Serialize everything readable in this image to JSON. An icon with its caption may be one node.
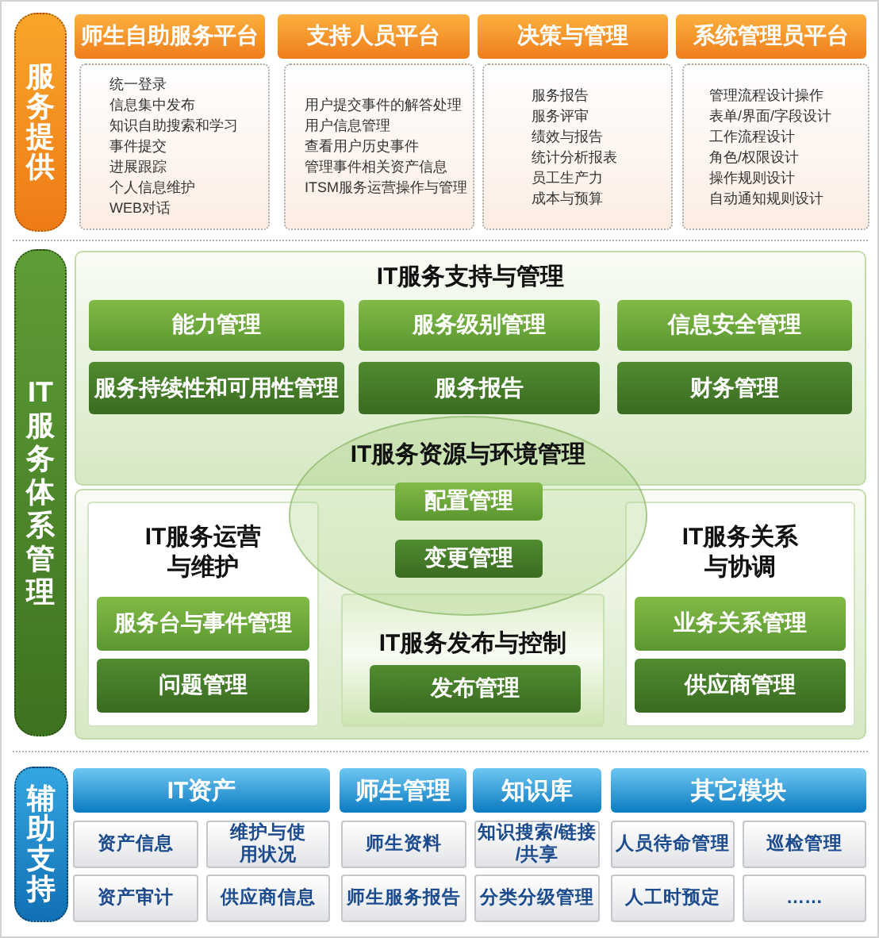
{
  "diagram": {
    "nodes": [
      {
        "text": [
          "服务提供"
        ]
      },
      {
        "text": [
          "师生自助服务平台"
        ]
      },
      {
        "text": [
          "支持人员平台"
        ]
      },
      {
        "text": [
          "决策与管理"
        ]
      },
      {
        "text": [
          "系统管理员平台"
        ]
      },
      {
        "text": [
          "统一登录",
          "信息集中发布",
          "知识自助搜索和学习",
          "事件提交",
          "进展跟踪",
          "个人信息维护",
          "WEB对话"
        ]
      },
      {
        "text": [
          "用户提交事件的解答处理",
          "用户信息管理",
          "查看用户历史事件",
          "管理事件相关资产信息",
          "ITSM服务运营操作与管理"
        ]
      },
      {
        "text": [
          "服务报告",
          "服务评审",
          "绩效与报告",
          "统计分析报表",
          "员工生产力",
          "成本与预算"
        ]
      },
      {
        "text": [
          "管理流程设计操作",
          "表单/界面/字段设计",
          "工作流程设计",
          "角色/权限设计",
          "操作规则设计",
          "自动通知规则设计"
        ]
      },
      {
        "text": [
          "IT服务体系管理"
        ]
      },
      {
        "text": [
          "IT服务支持与管理"
        ]
      },
      {
        "text": [
          "能力管理"
        ],
        "in": 10
      },
      {
        "text": [
          "服务级别管理"
        ],
        "in": 10
      },
      {
        "text": [
          "信息安全管理"
        ],
        "in": 10
      },
      {
        "text": [
          "服务持续性和可用性管理"
        ],
        "in": 10
      },
      {
        "text": [
          "服务报告"
        ],
        "in": 10
      },
      {
        "text": [
          "财务管理"
        ],
        "in": 10
      },
      {
        "text": [
          "IT服务资源与环境管理"
        ]
      },
      {
        "text": [
          "配置管理"
        ],
        "in": 17
      },
      {
        "text": [
          "变更管理"
        ]
      },
      {
        "text": [],
        "shape": "box"
      },
      {
        "text": [
          "IT服务运营与维护"
        ],
        "in": 20
      },
      {
        "text": [
          "服务台与事件管理"
        ],
        "in": 21
      },
      {
        "text": [
          "问题管理"
        ],
        "in": 21
      },
      {
        "text": [
          "IT服务发布与控制"
        ],
        "in": 20
      },
      {
        "text": [
          "发布管理"
        ],
        "in": 24
      },
      {
        "text": [
          "IT服务关系与协调"
        ],
        "in": 20
      },
      {
        "text": [
          "业务关系管理"
        ],
        "in": 26
      },
      {
        "text": [
          "供应商管理"
        ],
        "in": 26
      },
      {
        "text": [
          "辅助支持"
        ]
      },
      {
        "text": [
          "IT资产"
        ]
      },
      {
        "text": [
          "师生管理"
        ]
      },
      {
        "text": [
          "知识库"
        ]
      },
      {
        "text": [
          "其它模块"
        ]
      },
      {
        "text": [
          "资产信息"
        ]
      },
      {
        "text": [
          "维护与使用状况"
        ]
      },
      {
        "text": [
          "师生资料"
        ]
      },
      {
        "text": [
          "知识搜索/链接/共享"
        ]
      },
      {
        "text": [
          "人员待命管理"
        ]
      },
      {
        "text": [
          "巡检管理"
        ]
      },
      {
        "text": [
          "资产审计"
        ]
      },
      {
        "text": [
          "供应商信息"
        ]
      },
      {
        "text": [
          "师生服务报告"
        ]
      },
      {
        "text": [
          "分类分级管理"
        ]
      },
      {
        "text": [
          "人工时预定"
        ]
      },
      {
        "text": [
          "……"
        ]
      }
    ]
  }
}
